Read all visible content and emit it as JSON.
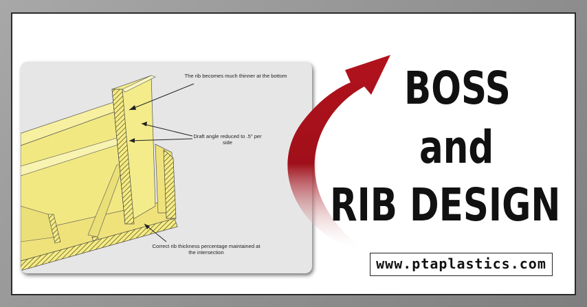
{
  "diagram": {
    "annotation_top": "The rib becomes much thinner at the bottom",
    "annotation_middle": "Draft angle reduced to .5\" per side",
    "annotation_bottom": "Correct rib thickness percentage maintained at the intersection"
  },
  "headline": {
    "line1": "BOSS",
    "line2": "and",
    "line3": "RIB DESIGN"
  },
  "website": "www.ptaplastics.com",
  "colors": {
    "part_yellow": "#f4ec8a",
    "arrow_red": "#b2121c",
    "panel_gray": "#e6e6e6"
  }
}
